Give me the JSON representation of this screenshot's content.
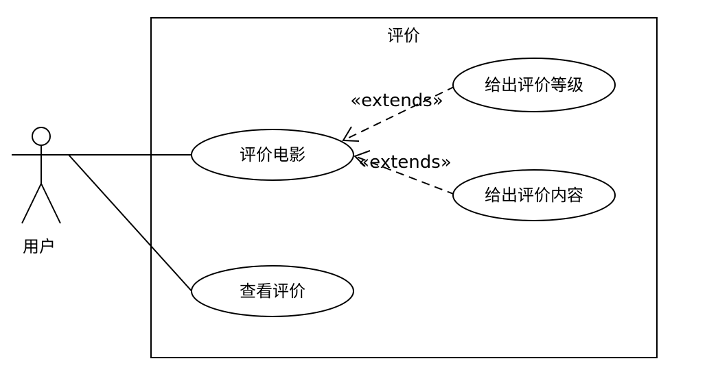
{
  "system": {
    "title": "评价"
  },
  "actor": {
    "name": "用户"
  },
  "use_cases": {
    "rate_movie": "评价电影",
    "give_rating_level": "给出评价等级",
    "give_rating_content": "给出评价内容",
    "view_ratings": "查看评价"
  },
  "relations": {
    "extends_level": "«extends»",
    "extends_content": "«extends»"
  },
  "colors": {
    "line": "#000000",
    "background": "#ffffff"
  }
}
